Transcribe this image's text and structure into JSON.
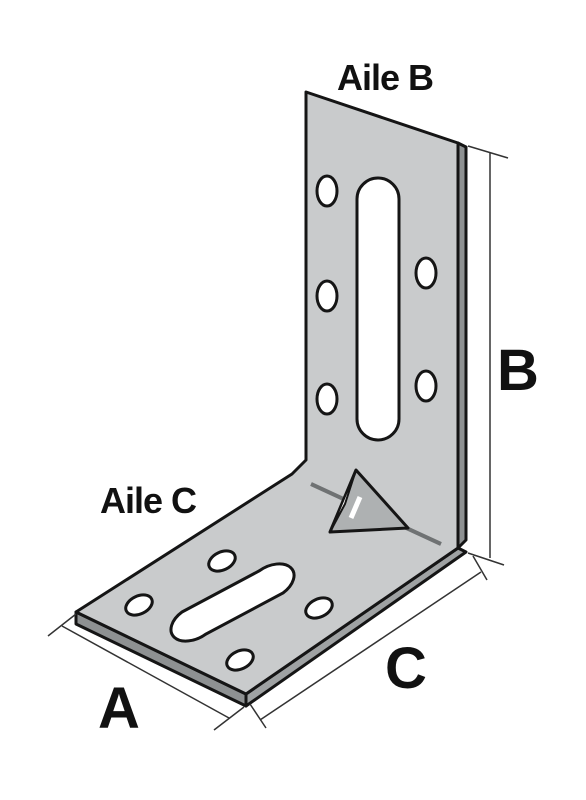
{
  "labels": {
    "wing_b": "Aile B",
    "wing_c": "Aile C",
    "dim_a": "A",
    "dim_b": "B",
    "dim_c": "C"
  },
  "colors": {
    "metal_face": "#c9cbcc",
    "metal_edge": "#8e9192",
    "outline": "#151515",
    "hole": "#ffffff",
    "rib": "#aeb1b2"
  }
}
